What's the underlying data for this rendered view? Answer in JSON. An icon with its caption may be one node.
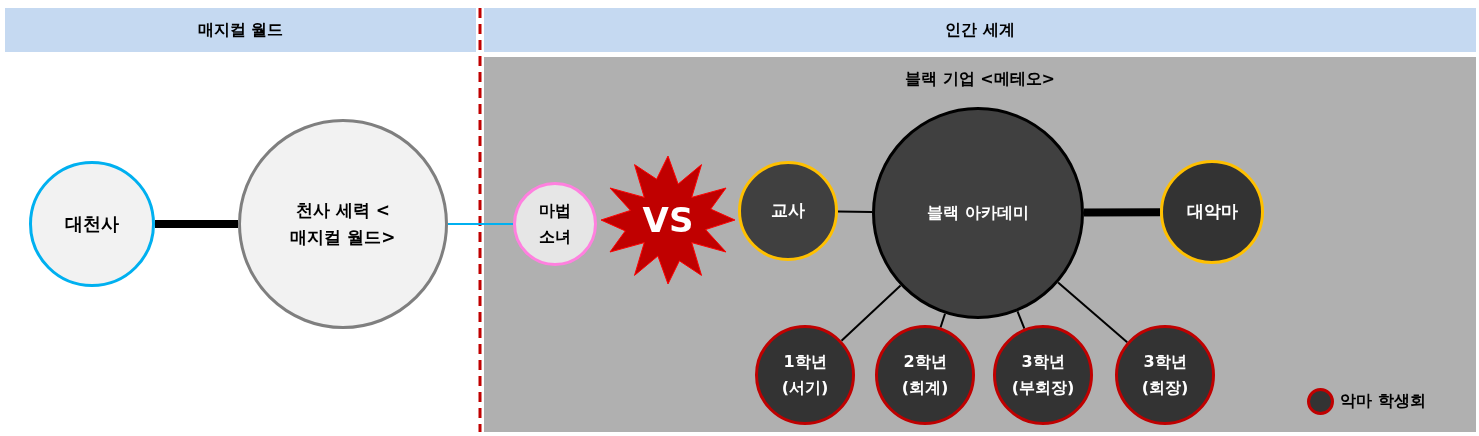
{
  "diagram": {
    "nodes": [
      {
        "text": [
          "매지컬 월드"
        ]
      },
      {
        "text": [
          "인간 세계"
        ]
      },
      {
        "text": [
          "블랙 기업 <메테오>"
        ],
        "in": 1
      },
      {
        "text": [
          "대천사"
        ],
        "in": 0
      },
      {
        "text": [
          "천사 세력 <매지컬 월드>"
        ],
        "in": 0
      },
      {
        "text": [
          "마법 소녀"
        ],
        "in": 2
      },
      {
        "text": [
          "VS"
        ],
        "in": 2
      },
      {
        "text": [
          "교사"
        ],
        "in": 2
      },
      {
        "text": [
          "블랙 아카데미"
        ],
        "in": 2
      },
      {
        "text": [
          "대악마"
        ],
        "in": 2
      },
      {
        "text": [
          "1학년 (서기)"
        ],
        "in": 2
      },
      {
        "text": [
          "2학년 (회계)"
        ],
        "in": 2
      },
      {
        "text": [
          "3학년 (부회장)"
        ],
        "in": 2
      },
      {
        "text": [
          "3학년 (회장)"
        ],
        "in": 2
      }
    ],
    "edges": [
      {
        "from": 3,
        "to": 4,
        "arrow": "none",
        "style": "thick"
      },
      {
        "from": 4,
        "to": 5,
        "arrow": "none",
        "color": "#00b0f0"
      },
      {
        "from": 7,
        "to": 8,
        "arrow": "none"
      },
      {
        "from": 8,
        "to": 9,
        "arrow": "none",
        "style": "thick"
      },
      {
        "from": 8,
        "to": 10,
        "arrow": "none"
      },
      {
        "from": 8,
        "to": 11,
        "arrow": "none"
      },
      {
        "from": 8,
        "to": 12,
        "arrow": "none"
      },
      {
        "from": 8,
        "to": 13,
        "arrow": "none"
      }
    ],
    "legend": [
      {
        "text": "악마 학생회"
      }
    ]
  }
}
